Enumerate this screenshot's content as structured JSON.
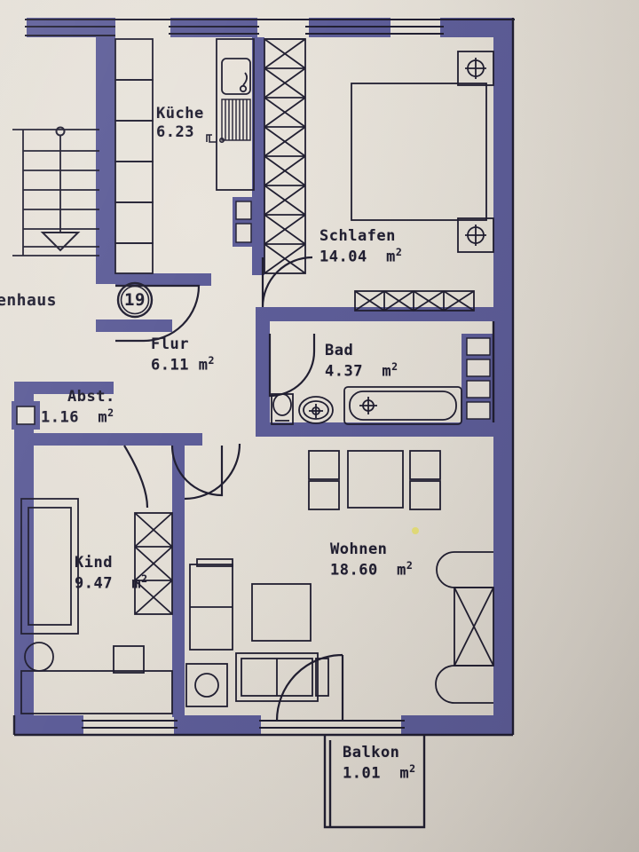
{
  "document": {
    "kind": "apartment-floor-plan",
    "unit_number": "19",
    "exterior_label": "enhaus"
  },
  "colors": {
    "paper": "#e5e0d8",
    "wall": "#5a5a96",
    "ink": "#1d1b2e",
    "highlight": "#e8e06a"
  },
  "rooms": [
    {
      "id": "kueche",
      "name": "Küche",
      "area": "6.23",
      "unit": "m²"
    },
    {
      "id": "schlafen",
      "name": "Schlafen",
      "area": "14.04",
      "unit": "m²"
    },
    {
      "id": "flur",
      "name": "Flur",
      "area": "6.11",
      "unit": "m²"
    },
    {
      "id": "bad",
      "name": "Bad",
      "area": "4.37",
      "unit": "m²"
    },
    {
      "id": "abst",
      "name": "Abst.",
      "area": "1.16",
      "unit": "m²"
    },
    {
      "id": "kind",
      "name": "Kind",
      "area": "9.47",
      "unit": "m²"
    },
    {
      "id": "wohnen",
      "name": "Wohnen",
      "area": "18.60",
      "unit": "m²"
    },
    {
      "id": "balkon",
      "name": "Balkon",
      "area": "1.01",
      "unit": "m²"
    }
  ],
  "fixtures": [
    "stairs",
    "kitchen-sink",
    "stove",
    "wardrobe",
    "bed",
    "bathtub",
    "toilet",
    "washbasin",
    "sofa",
    "armchair",
    "coffee-table",
    "dining-table",
    "dining-chair",
    "washing-machine",
    "shelf",
    "desk",
    "bookcase",
    "lamp"
  ]
}
